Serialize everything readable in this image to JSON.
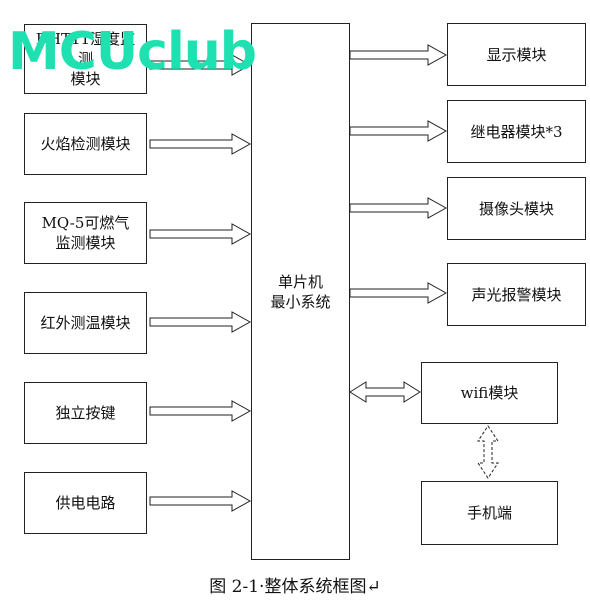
{
  "watermark": "MCUclub",
  "inputs": [
    {
      "line1": "DHT11湿度监测",
      "line2": "模块"
    },
    {
      "line1": "火焰检测模块",
      "line2": ""
    },
    {
      "line1": "MQ-5可燃气",
      "line2": "监测模块"
    },
    {
      "line1": "红外测温模块",
      "line2": ""
    },
    {
      "line1": "独立按键",
      "line2": ""
    },
    {
      "line1": "供电电路",
      "line2": ""
    }
  ],
  "mcu": {
    "line1": "单片机",
    "line2": "最小系统"
  },
  "outputs": [
    {
      "label": "显示模块"
    },
    {
      "label": "继电器模块*3"
    },
    {
      "label": "摄像头模块"
    },
    {
      "label": "声光报警模块"
    }
  ],
  "wifi": {
    "label": "wifi模块"
  },
  "phone": {
    "label": "手机端"
  },
  "caption": "图 2-1·整体系统框图↵"
}
